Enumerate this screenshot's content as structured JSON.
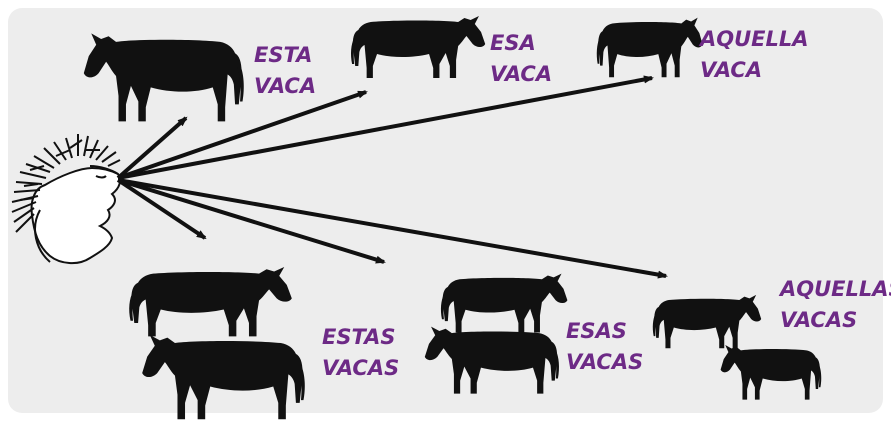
{
  "colors": {
    "background": "#ededed",
    "silhouette": "#111111",
    "arrow": "#111111",
    "label": "#6d2a86"
  },
  "labels": {
    "esta": [
      "ESTA",
      "VACA"
    ],
    "esa": [
      "ESA",
      "VACA"
    ],
    "aquella": [
      "AQUELLA",
      "VACA"
    ],
    "estas": [
      "ESTAS",
      "VACAS"
    ],
    "esas": [
      "ESAS",
      "VACAS"
    ],
    "aquellas": [
      "AQUELLAS",
      "VACAS"
    ]
  },
  "figures": {
    "observer": "person-head-icon",
    "cow": "cow-icon",
    "arrow": "arrow-icon"
  }
}
